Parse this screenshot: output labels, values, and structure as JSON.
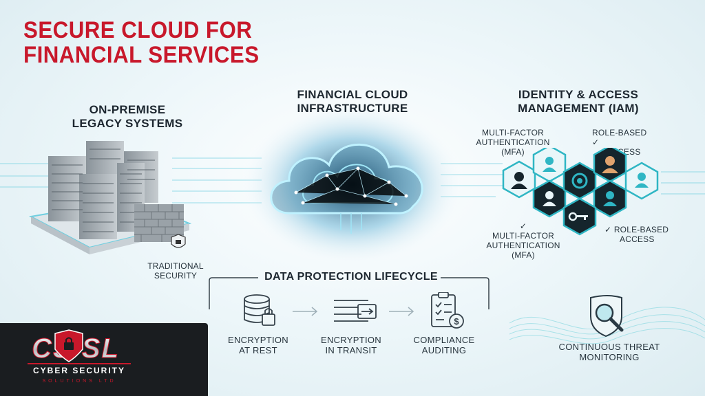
{
  "title": {
    "line1": "SECURE CLOUD FOR",
    "line2": "FINANCIAL SERVICES"
  },
  "on_premise": {
    "heading_line1": "ON-PREMISE",
    "heading_line2": "LEGACY SYSTEMS",
    "security_line1": "TRADITIONAL",
    "security_line2": "SECURITY"
  },
  "cloud": {
    "heading_line1": "FINANCIAL CLOUD",
    "heading_line2": "INFRASTRUCTURE"
  },
  "iam": {
    "heading_line1": "IDENTITY & ACCESS",
    "heading_line2": "MANAGEMENT (IAM)",
    "mfa_top_line1": "MULTI-FACTOR",
    "mfa_top_line2": "AUTHENTICATION",
    "mfa_top_line3": "(MFA)",
    "rbac_top_line1": "ROLE-BASED",
    "rbac_top_line2": "ACCESS",
    "mfa_bottom_line1": "MULTI-FACTOR",
    "mfa_bottom_line2": "AUTHENTICATION (MFA)",
    "rbac_bottom_line1": "ROLE-BASED",
    "rbac_bottom_line2": "ACCESS"
  },
  "lifecycle": {
    "heading": "DATA PROTECTION LIFECYCLE",
    "steps": [
      {
        "line1": "ENCRYPTION",
        "line2": "AT REST",
        "icon": "database-lock-icon"
      },
      {
        "line1": "ENCRYPTION",
        "line2": "IN TRANSIT",
        "icon": "transfer-icon"
      },
      {
        "line1": "COMPLIANCE",
        "line2": "AUDITING",
        "icon": "clipboard-audit-icon"
      }
    ]
  },
  "monitoring": {
    "line1": "CONTINUOUS THREAT",
    "line2": "MONITORING"
  },
  "logo": {
    "mark": "CS SL",
    "line1": "CYBER SECURITY",
    "line2": "SOLUTIONS LTD"
  },
  "colors": {
    "brand_red": "#c8182b",
    "teal": "#2fb6c4",
    "dark_hex": "#15252c",
    "panel": "#1a1d20"
  }
}
